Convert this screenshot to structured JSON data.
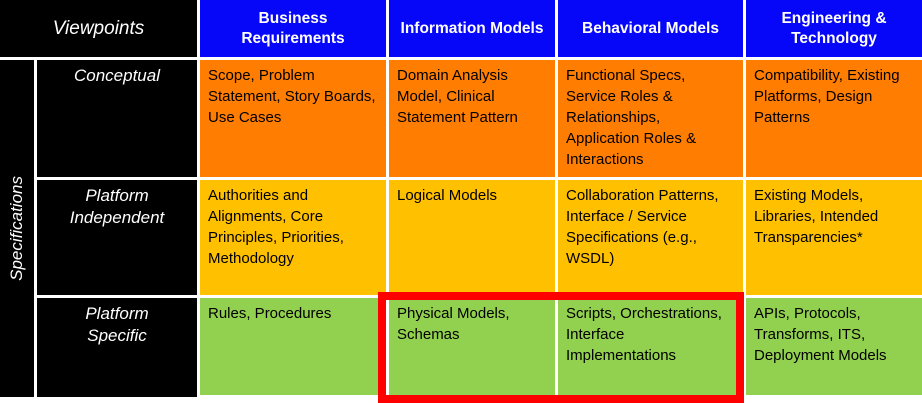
{
  "table": {
    "corner_label": "Viewpoints",
    "side_label": "Specifications",
    "columns": [
      "Business Requirements",
      "Information Models",
      "Behavioral Models",
      "Engineering & Technology"
    ],
    "rows": [
      {
        "label": "Conceptual",
        "color": "#FF7D01",
        "cells": [
          "Scope, Problem Statement, Story Boards, Use Cases",
          "Domain Analysis Model, Clinical Statement Pattern",
          "Functional Specs, Service Roles & Relationships, Application Roles & Interactions",
          "Compatibility, Existing Platforms, Design Patterns"
        ]
      },
      {
        "label": "Platform Independent",
        "color": "#FFC000",
        "cells": [
          "Authorities and Alignments, Core Principles, Priorities, Methodology",
          "Logical Models",
          "Collaboration Patterns, Interface / Service Specifications (e.g., WSDL)",
          "Existing Models, Libraries, Intended Transparencies*"
        ]
      },
      {
        "label": "Platform Specific",
        "color": "#92D050",
        "cells": [
          "Rules, Procedures",
          "Physical Models, Schemas",
          "Scripts, Orchestrations, Interface Implementations",
          "APIs, Protocols, Transforms, ITS, Deployment Models"
        ]
      }
    ],
    "colors": {
      "header_bg": "#0606F8",
      "label_bg": "#000000",
      "highlight_border": "#FF0000"
    },
    "highlight": {
      "row_label": "Platform Specific",
      "column_labels": [
        "Information Models",
        "Behavioral Models"
      ]
    }
  }
}
